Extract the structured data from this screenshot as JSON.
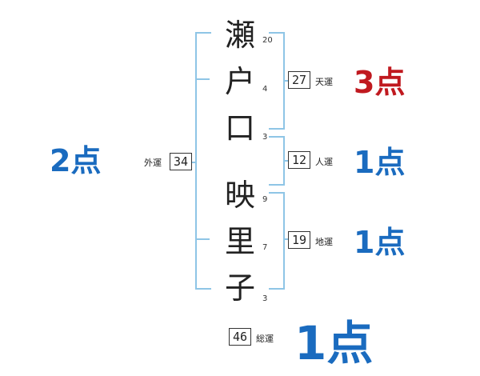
{
  "name_chars": [
    {
      "char": "瀬",
      "strokes": "20"
    },
    {
      "char": "户",
      "strokes": "4"
    },
    {
      "char": "口",
      "strokes": "3"
    },
    {
      "char": "映",
      "strokes": "9"
    },
    {
      "char": "里",
      "strokes": "7"
    },
    {
      "char": "子",
      "strokes": "3"
    }
  ],
  "gaiun": {
    "label": "外運",
    "value": "34",
    "score": "2点"
  },
  "tenun": {
    "label": "天運",
    "value": "27",
    "score": "3点"
  },
  "jinun": {
    "label": "人運",
    "value": "12",
    "score": "1点"
  },
  "chiun": {
    "label": "地運",
    "value": "19",
    "score": "1点"
  },
  "souun": {
    "label": "総運",
    "value": "46",
    "score": "1点"
  },
  "colors": {
    "bracket": "#8ec5e6",
    "score_blue": "#1a6bbf",
    "score_red": "#c0191f"
  }
}
